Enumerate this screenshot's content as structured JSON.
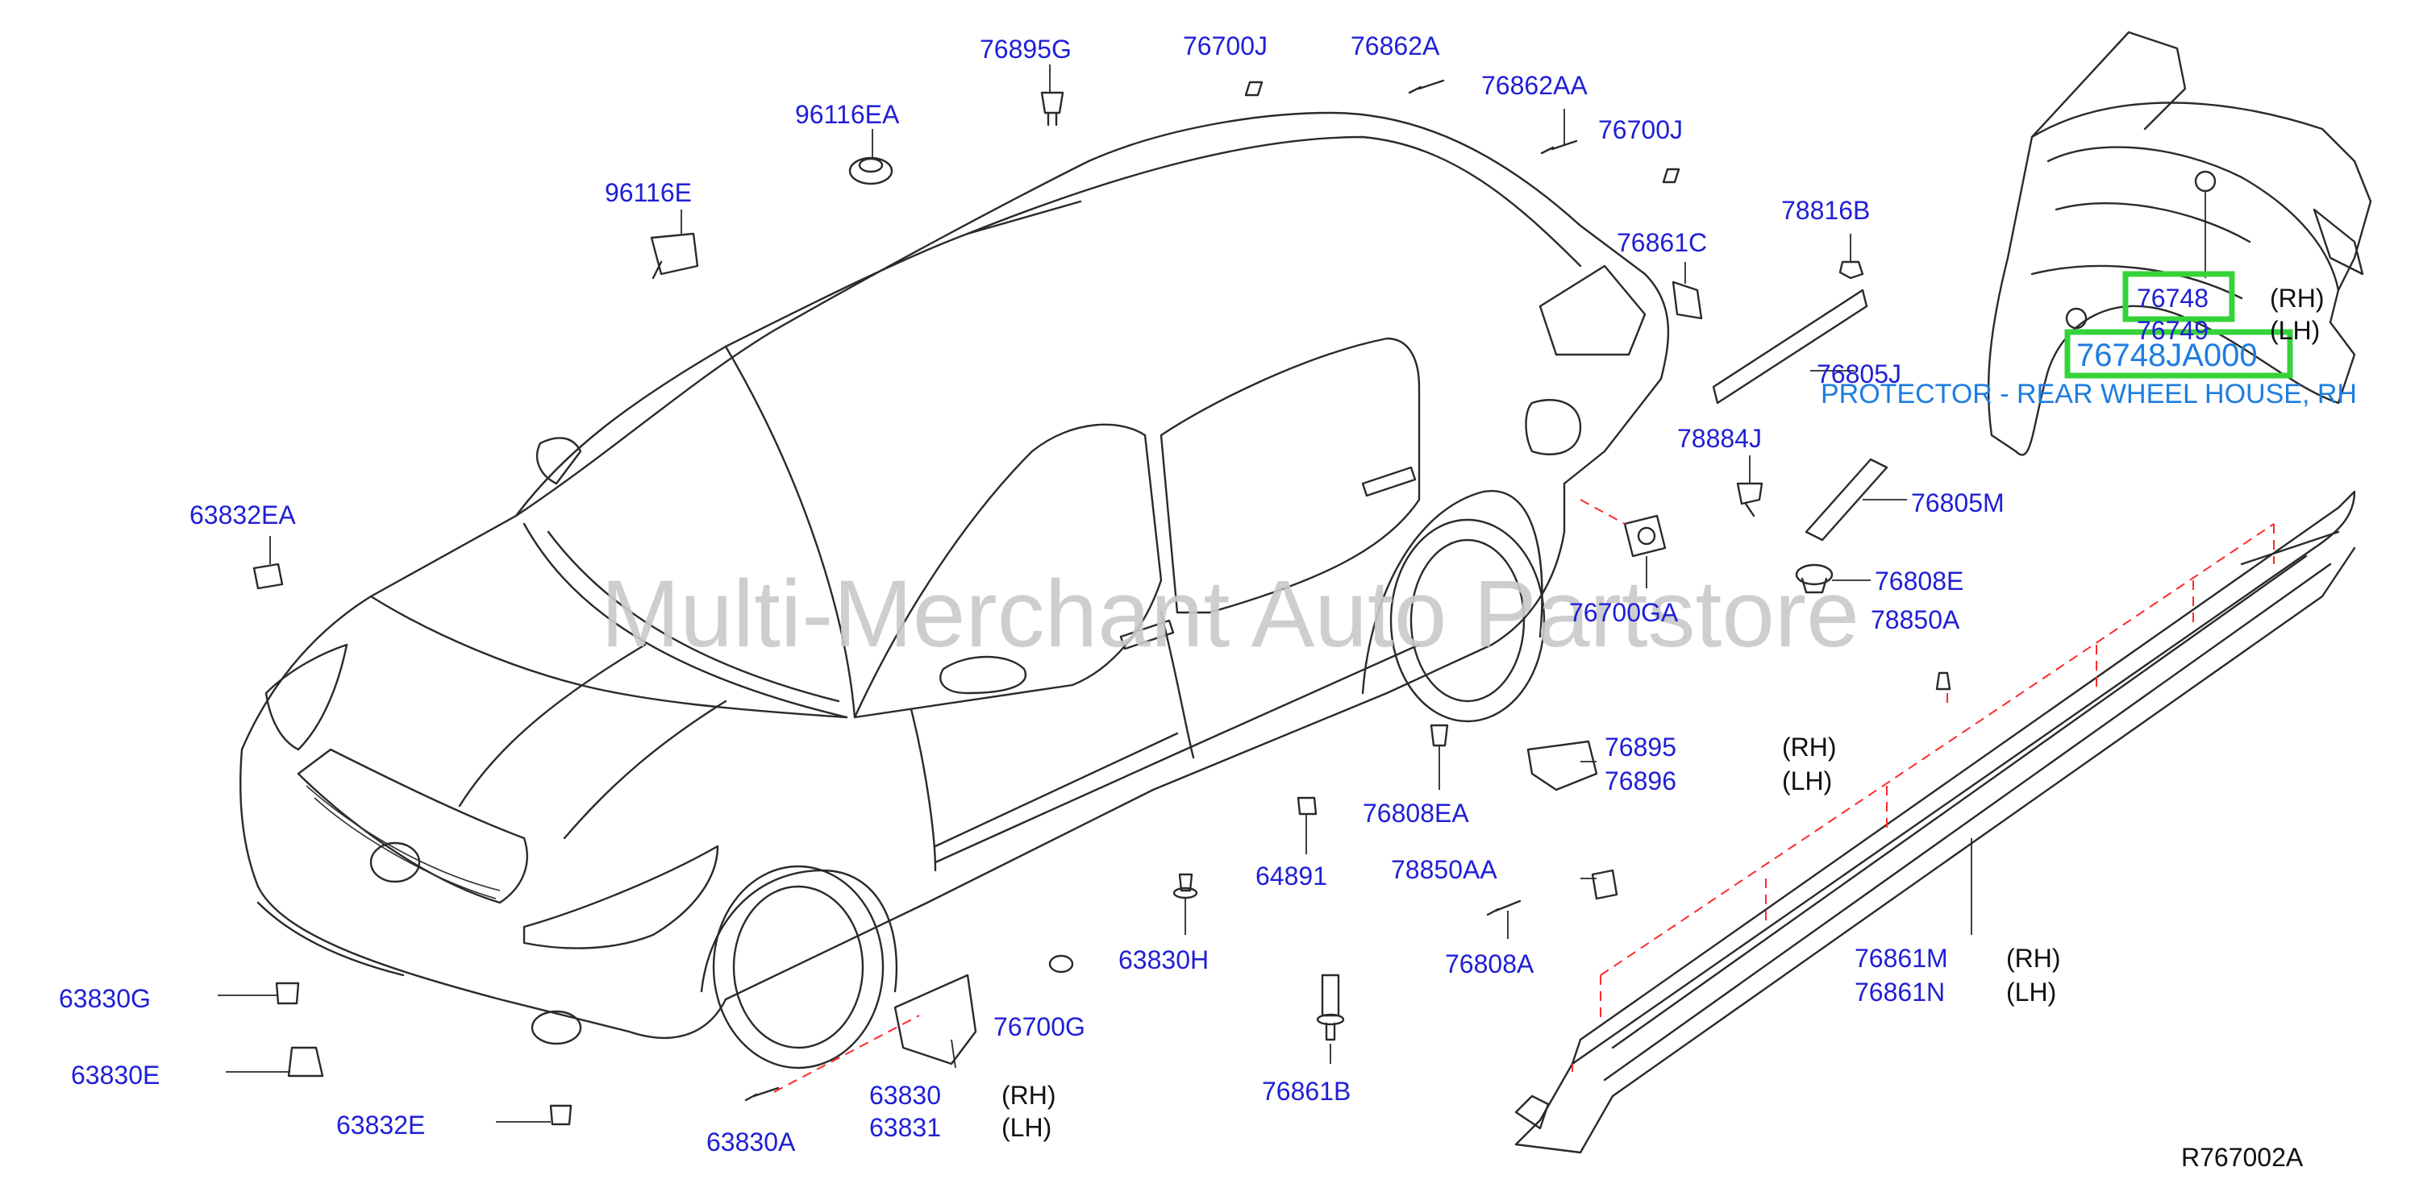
{
  "watermark": "Multi-Merchant Auto Partstore",
  "diagram_ref": "R767002A",
  "highlight": {
    "part_number": "76748JA000",
    "description": "PROTECTOR - REAR WHEEL HOUSE, RH"
  },
  "sides": {
    "rh": "(RH)",
    "lh": "(LH)"
  },
  "parts": {
    "p76895G": "76895G",
    "p76700J_a": "76700J",
    "p76862A": "76862A",
    "p76862AA": "76862AA",
    "p76700J_b": "76700J",
    "p96116EA": "96116EA",
    "p96116E": "96116E",
    "p76861C": "76861C",
    "p78816B": "78816B",
    "p76748": "76748",
    "p76749": "76749",
    "p76805J": "76805J",
    "p78884J": "78884J",
    "p76805M": "76805M",
    "p63832EA": "63832EA",
    "p76808E": "76808E",
    "p76700GA": "76700GA",
    "p78850A": "78850A",
    "p76895": "76895",
    "p76896": "76896",
    "p76808EA": "76808EA",
    "p64891": "64891",
    "p78850AA": "78850AA",
    "p63830H": "63830H",
    "p76808A": "76808A",
    "p76861M": "76861M",
    "p76861N": "76861N",
    "p63830G": "63830G",
    "p76700G": "76700G",
    "p63830E": "63830E",
    "p63830": "63830",
    "p63831": "63831",
    "p76861B": "76861B",
    "p63832E": "63832E",
    "p63830A": "63830A"
  }
}
